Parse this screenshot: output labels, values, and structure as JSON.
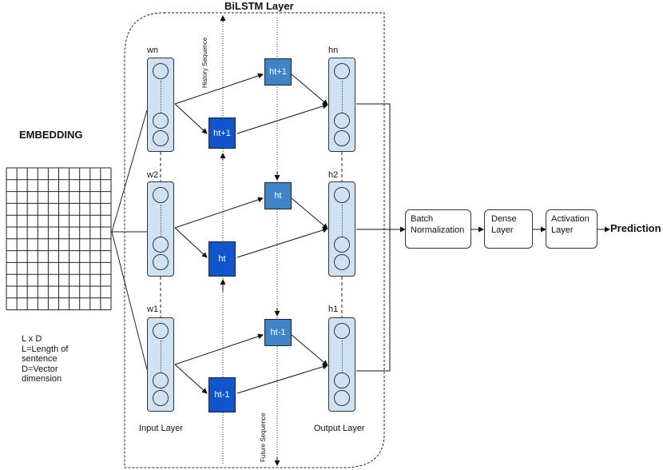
{
  "title": "BiLSTM Layer",
  "embedding": {
    "title": "EMBEDDING",
    "caption": [
      "L x D",
      "L=Length of",
      "sentence",
      "D=Vector",
      "dimension"
    ]
  },
  "input_layer": {
    "label": "Input Layer",
    "words": [
      "wn",
      "w2",
      "w1"
    ]
  },
  "output_layer": {
    "label": "Output Layer",
    "states": [
      "hn",
      "h2",
      "h1"
    ]
  },
  "forward_cells": [
    "ht+1",
    "ht",
    "ht-1"
  ],
  "backward_cells": [
    "ht+1",
    "ht",
    "ht-1"
  ],
  "history_label": "History Sequence",
  "future_label": "Future Sequence",
  "pipeline": {
    "batch_norm": [
      "Batch",
      "Normalization"
    ],
    "dense": [
      "Dense",
      "Layer"
    ],
    "activation": [
      "Activation",
      "Layer"
    ],
    "prediction": "Prediction"
  },
  "colors": {
    "forward_cell": "#1155cc",
    "backward_cell": "#3d85c6",
    "layer_fill": "#cfe2f3"
  }
}
